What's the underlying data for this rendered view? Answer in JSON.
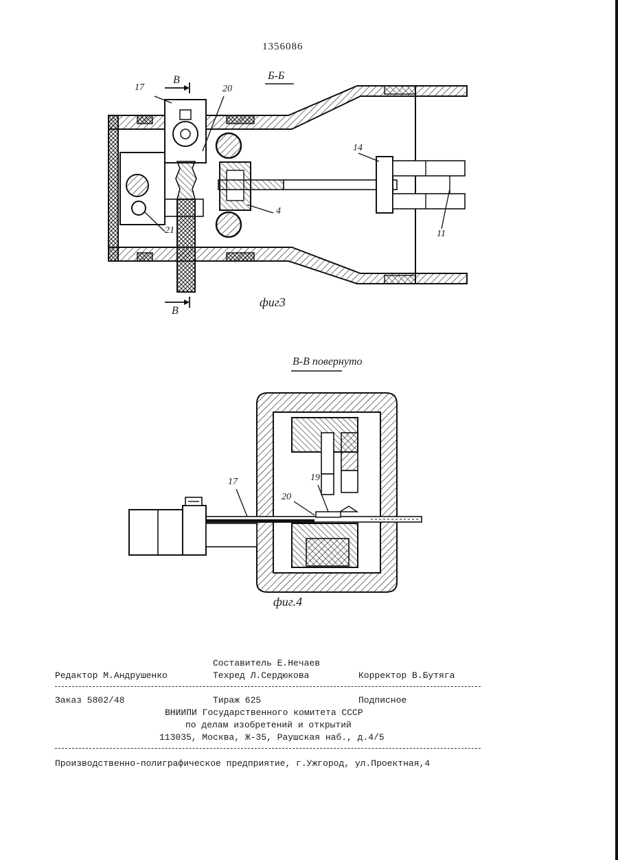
{
  "page_number": "1356086",
  "fig3": {
    "section_label": "Б-Б",
    "cut_mark": "В",
    "caption": "фиг3",
    "callouts": [
      "17",
      "20",
      "14",
      "4",
      "21",
      "11"
    ]
  },
  "fig4": {
    "section_label": "В-В повернуто",
    "caption": "фиг.4",
    "callouts": [
      "19",
      "20",
      "17"
    ]
  },
  "imprint": {
    "compiler": "Составитель Е.Нечаев",
    "editor": "Редактор М.Андрушенко",
    "techred": "Техред Л.Сердюкова",
    "corrector": "Корректор В.Бутяга",
    "order": "Заказ 5802/48",
    "circulation": "Тираж 625",
    "subscription": "Подписное",
    "org_line1": "ВНИИПИ Государственного комитета СССР",
    "org_line2": "по делам изобретений и открытий",
    "address": "113035, Москва, Ж-35, Раушская наб., д.4/5",
    "printer": "Производственно-полиграфическое предприятие, г.Ужгород, ул.Проектная,4"
  }
}
